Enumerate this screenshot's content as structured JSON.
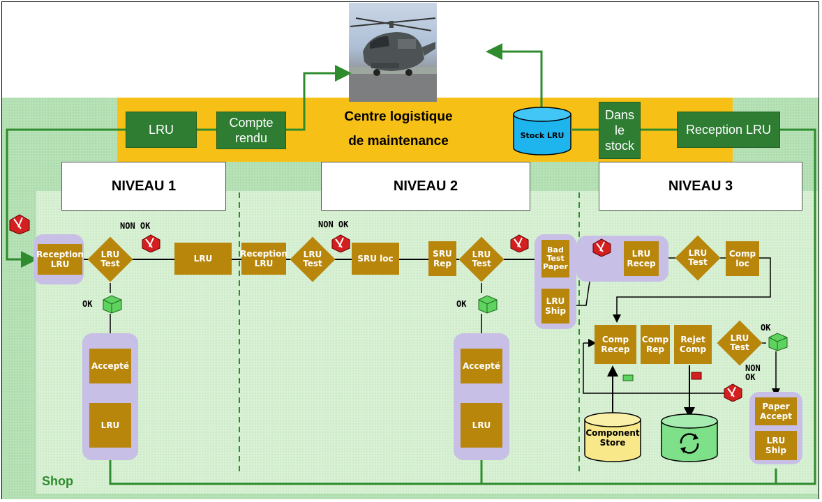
{
  "top": {
    "lru": "LRU",
    "compte_rendu": "Compte\nrendu",
    "center_title_1": "Centre logistique",
    "center_title_2": "de maintenance",
    "stock_lru": "Stock LRU",
    "dans_le_stock": "Dans\nle\nstock",
    "reception_lru": "Reception LRU"
  },
  "levels": [
    "NIVEAU 1",
    "NIVEAU 2",
    "NIVEAU 3"
  ],
  "level1": {
    "reception": "Reception\nLRU",
    "test": "LRU\nTest",
    "non_ok": "NON OK",
    "lru": "LRU",
    "ok": "OK",
    "accepte": "Accepté",
    "lru_bottom": "LRU"
  },
  "level2": {
    "reception": "Reception\nLRU",
    "test": "LRU\nTest",
    "non_ok": "NON OK",
    "sru_loc": "SRU loc",
    "sru_rep": "SRU\nRep",
    "test2": "LRU\nTest",
    "ok": "OK",
    "accepte": "Accepté",
    "lru_bottom": "LRU",
    "bad_test_paper": "Bad\nTest\nPaper",
    "lru_ship": "LRU\nShip"
  },
  "level3": {
    "lru_recep": "LRU\nRecep",
    "lru_test": "LRU\nTest",
    "comp_loc": "Comp\nloc",
    "comp_recep": "Comp\nRecep",
    "comp_rep": "Comp\nRep",
    "rejet_comp": "Rejet\nComp",
    "lru_test2": "LRU\nTest",
    "ok": "OK",
    "non_ok": "NON\nOK",
    "component_store": "Component\nStore",
    "paper_accept": "Paper\nAccept",
    "lru_ship": "LRU\nShip"
  },
  "shop": "Shop"
}
